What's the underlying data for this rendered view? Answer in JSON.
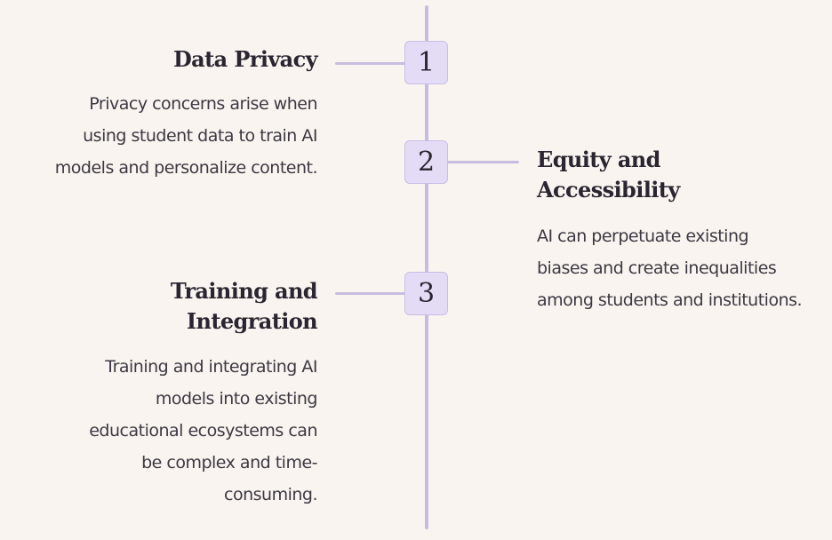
{
  "timeline": {
    "items": [
      {
        "number": "1",
        "title": "Data Privacy",
        "description": "Privacy concerns arise when using student data to train AI models and personalize content.",
        "side": "left"
      },
      {
        "number": "2",
        "title": "Equity and Accessibility",
        "description": "AI can perpetuate existing biases and create inequalities among students and institutions.",
        "side": "right"
      },
      {
        "number": "3",
        "title": "Training and Integration",
        "description": "Training and integrating AI models into existing educational ecosystems can be complex and time-consuming.",
        "side": "left"
      }
    ]
  },
  "colors": {
    "background": "#f9f4ef",
    "line": "#c7bde0",
    "step_box": "#e4dcf6",
    "text": "#2a2530"
  }
}
